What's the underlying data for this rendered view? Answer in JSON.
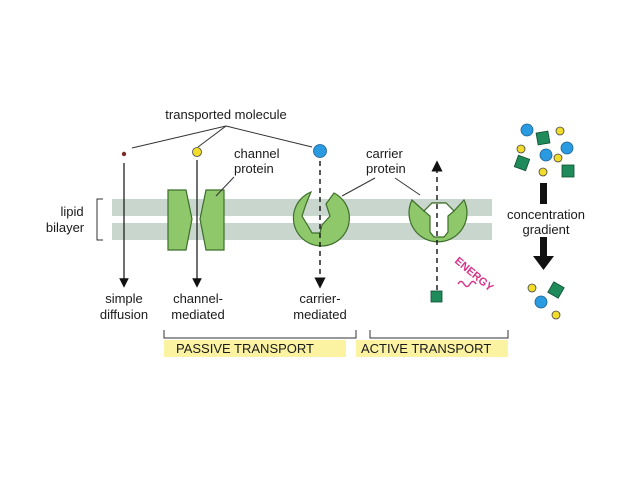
{
  "labels": {
    "transported_molecule": "transported molecule",
    "channel_protein_1": "channel",
    "channel_protein_2": "protein",
    "carrier_protein_1": "carrier",
    "carrier_protein_2": "protein",
    "lipid_1": "lipid",
    "lipid_2": "bilayer",
    "simple_1": "simple",
    "simple_2": "diffusion",
    "channel_med_1": "channel-",
    "channel_med_2": "mediated",
    "carrier_med_1": "carrier-",
    "carrier_med_2": "mediated",
    "conc_1": "concentration",
    "conc_2": "gradient",
    "energy": "ENERGY"
  },
  "banners": {
    "passive": "PASSIVE TRANSPORT",
    "active": "ACTIVE TRANSPORT"
  },
  "colors": {
    "membrane": "#c9d6cd",
    "protein_fill": "#8fc86b",
    "protein_stroke": "#3c6e2a",
    "banner": "#fbf3a2",
    "blue": "#2a9be0",
    "yellow": "#f2dc2a",
    "teal": "#1f8a5a",
    "energy": "#d4348a"
  }
}
